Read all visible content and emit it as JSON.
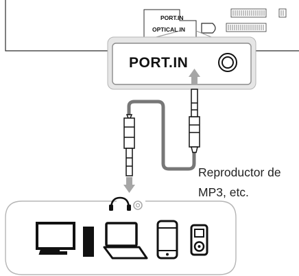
{
  "device_panel": {
    "port_label": "PORT.IN",
    "optical_label": "OPTICAL IN"
  },
  "callout": {
    "title": "PORT.IN"
  },
  "player": {
    "label_line1": "Reproductor de",
    "label_line2": "MP3, etc."
  },
  "icons": [
    "headphone-icon",
    "tv-icon",
    "laptop-icon",
    "smartphone-icon",
    "mp3-player-icon"
  ]
}
